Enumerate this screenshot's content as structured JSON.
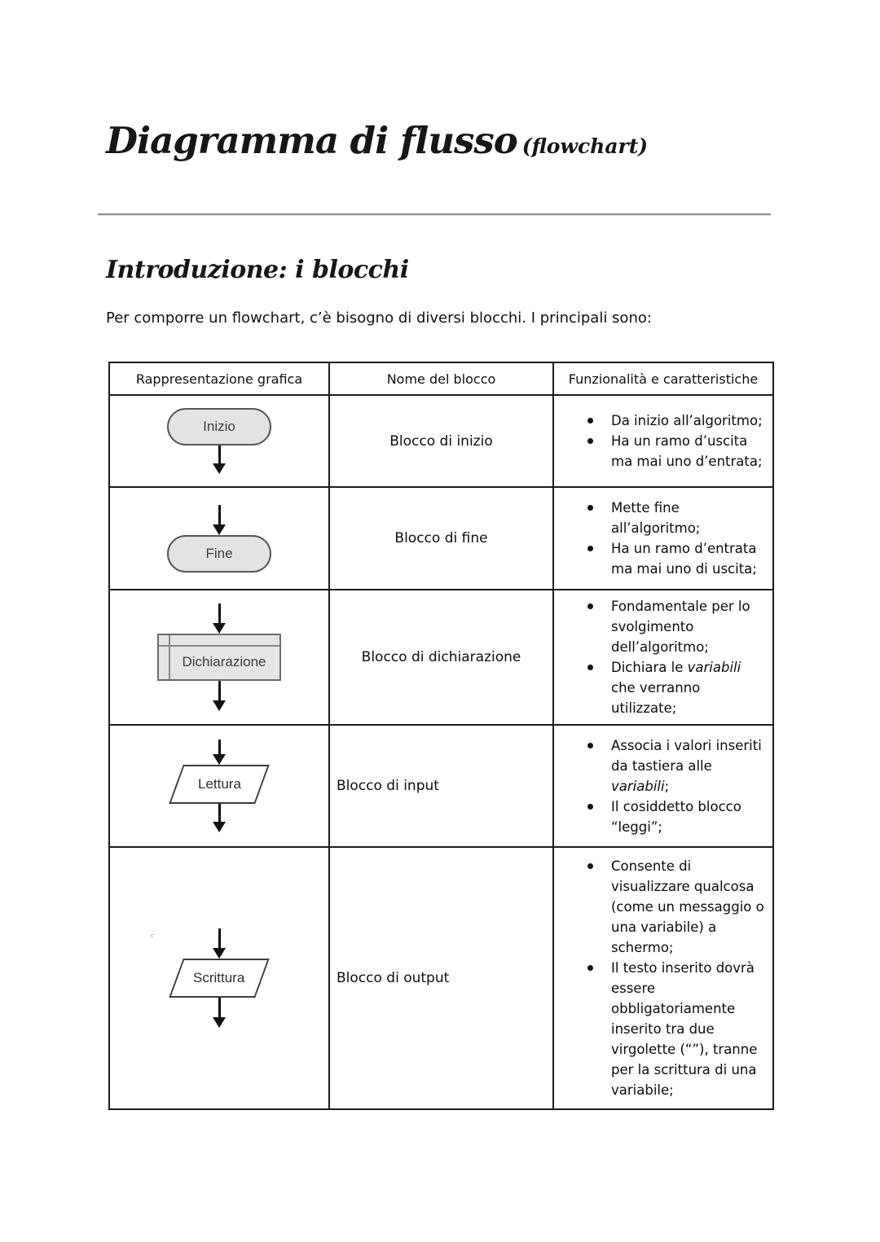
{
  "page": {
    "title": "Diagramma di flusso",
    "title_suffix": "(flowchart)",
    "section_heading": "Introduzione: i blocchi",
    "intro_paragraph": "Per comporre un flowchart, c’è bisogno di diversi blocchi. I principali sono:"
  },
  "colors": {
    "shape_fill": "#e3e3e3",
    "shape_border": "#565656",
    "table_border": "#1c1c1c",
    "divider_rule": "#8f8f8f",
    "text": "#111111"
  },
  "table": {
    "headers": [
      "Rappresentazione grafica",
      "Nome del blocco",
      "Funzionalità e caratteristiche"
    ],
    "rows": [
      {
        "shape": "terminator-start",
        "shape_label": "Inizio",
        "name": "Blocco di inizio",
        "features": [
          {
            "pre": "Da inizio all’algoritmo;"
          },
          {
            "pre": "Ha un ramo d’uscita ma mai uno d’entrata;"
          }
        ]
      },
      {
        "shape": "terminator-end",
        "shape_label": "Fine",
        "name": "Blocco di fine",
        "features": [
          {
            "pre": "Mette fine all’algoritmo;"
          },
          {
            "pre": "Ha un ramo d’entrata ma mai uno di uscita;"
          }
        ]
      },
      {
        "shape": "declaration",
        "shape_label": "Dichiarazione",
        "name": "Blocco di dichiarazione",
        "features": [
          {
            "pre": "Fondamentale per lo svolgimento dell’algoritmo;"
          },
          {
            "pre": "Dichiara le ",
            "italic": "variabili",
            "post": " che verranno utilizzate;"
          }
        ]
      },
      {
        "shape": "parallelogram",
        "shape_label": "Lettura",
        "name": "Blocco di input",
        "features": [
          {
            "pre": "Associa i valori inseriti da tastiera alle ",
            "italic": "variabili",
            "post": ";"
          },
          {
            "pre": "Il cosiddetto blocco “leggi”;"
          }
        ]
      },
      {
        "shape": "parallelogram",
        "shape_label": "Scrittura",
        "name": "Blocco di output",
        "artifact": "ᶜ",
        "features": [
          {
            "pre": "Consente di visualizzare qualcosa (come un messaggio o una variabile) a schermo;"
          },
          {
            "pre": "Il testo inserito dovrà essere obbligatoriamente inserito tra due virgolette (“”), tranne per la scrittura di una variabile;"
          }
        ]
      }
    ]
  }
}
